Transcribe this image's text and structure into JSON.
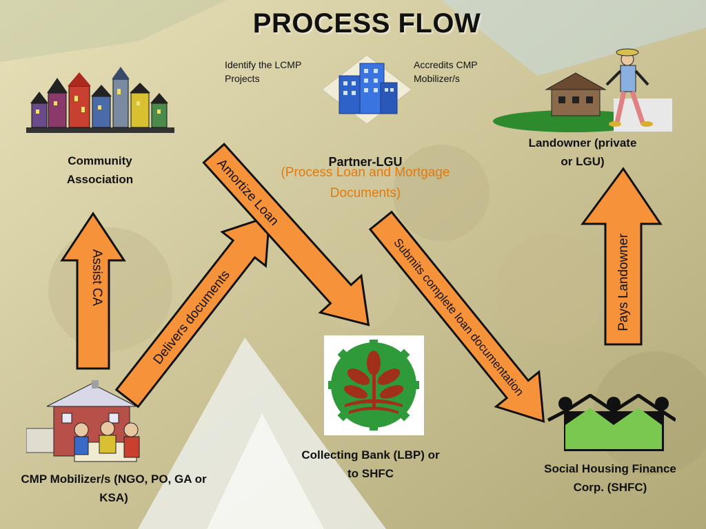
{
  "title": "PROCESS FLOW",
  "notes": {
    "identify": "Identify the LCMP Projects",
    "accredits": "Accredits CMP Mobilizer/s"
  },
  "nodes": {
    "community": "Community Association",
    "partner": "Partner-LGU",
    "partner_sub": "(Process Loan and Mortgage Documents)",
    "landowner": "Landowner (private or LGU)",
    "cmp": "CMP Mobilizer/s (NGO, PO, GA or KSA)",
    "bank": "Collecting Bank (LBP) or to SHFC",
    "shfc": "Social Housing Finance Corp. (SHFC)"
  },
  "arrows": {
    "assist": "Assist CA",
    "delivers": "Delivers documents",
    "amortize": "Amortize Loan",
    "submits": "Submits complete loan documentation",
    "pays": "Pays Landowner"
  },
  "colors": {
    "arrow_fill": "#f6923a",
    "arrow_stroke": "#111111",
    "partner_sub": "#e07a10",
    "logo_green": "#2e9a3a"
  }
}
